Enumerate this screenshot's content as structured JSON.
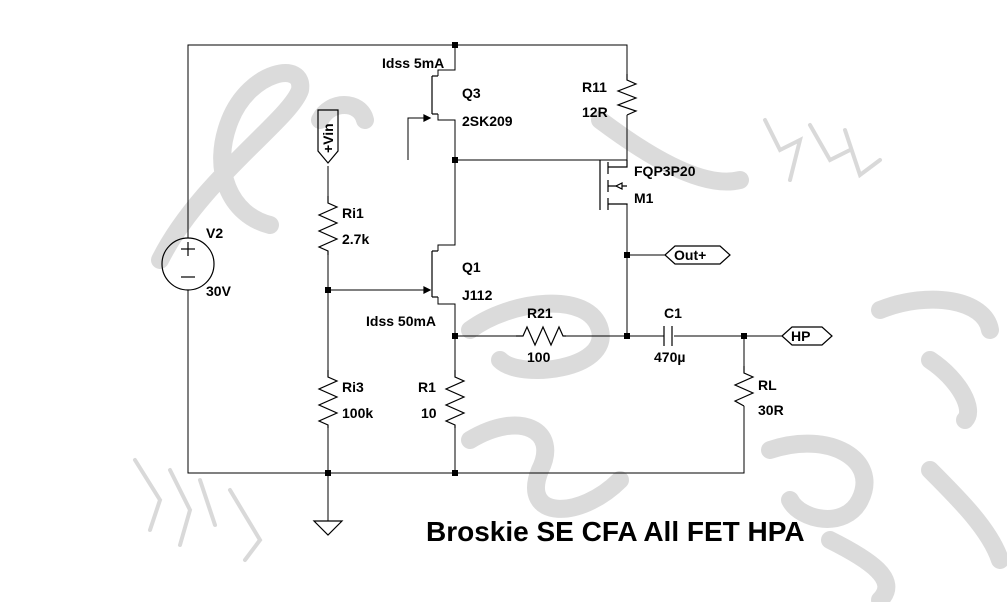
{
  "title": "Broskie SE CFA All FET HPA",
  "components": {
    "V2": {
      "ref": "V2",
      "value": "30V"
    },
    "Q3": {
      "ref": "Q3",
      "part": "2SK209",
      "note": "Idss 5mA"
    },
    "Q1": {
      "ref": "Q1",
      "part": "J112",
      "note": "Idss 50mA"
    },
    "M1": {
      "ref": "M1",
      "part": "FQP3P20"
    },
    "R11": {
      "ref": "R11",
      "value": "12R"
    },
    "Ri1": {
      "ref": "Ri1",
      "value": "2.7k"
    },
    "Ri3": {
      "ref": "Ri3",
      "value": "100k"
    },
    "R1": {
      "ref": "R1",
      "value": "10"
    },
    "R21": {
      "ref": "R21",
      "value": "100"
    },
    "C1": {
      "ref": "C1",
      "value": "470µ"
    },
    "RL": {
      "ref": "RL",
      "value": "30R"
    }
  },
  "ports": {
    "vin": "+Vin",
    "out": "Out+",
    "hp": "HP"
  },
  "colors": {
    "wire": "#000000",
    "background": "#ffffff",
    "watermark": "#cfcfcf"
  }
}
